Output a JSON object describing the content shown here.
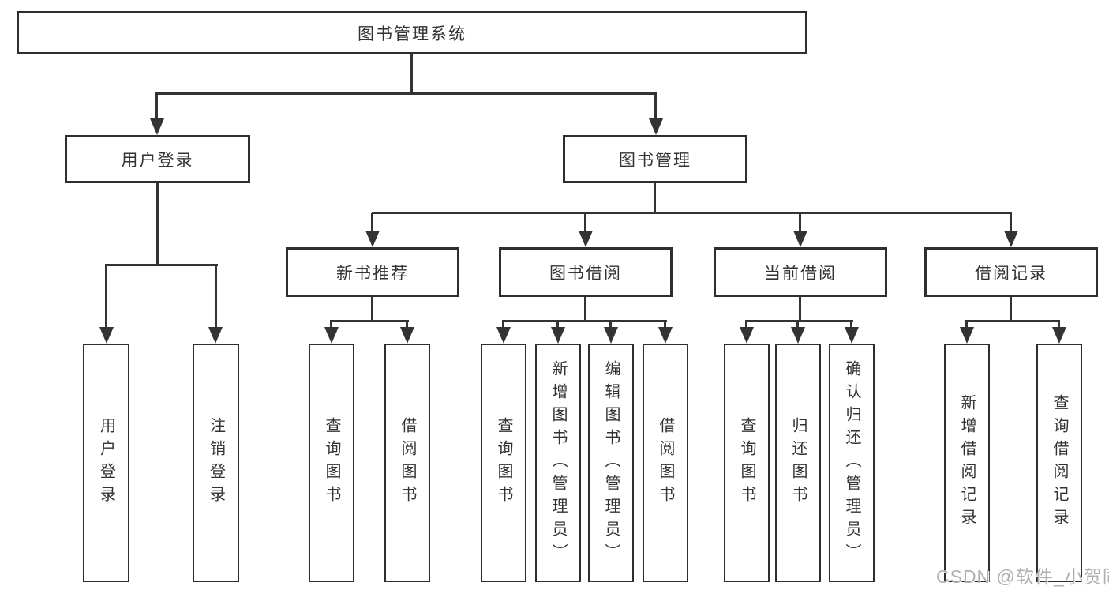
{
  "root": {
    "label": "图书管理系统"
  },
  "level2": {
    "user_login": "用户登录",
    "book_mgmt": "图书管理"
  },
  "level3": {
    "new_book": "新书推荐",
    "book_borrow": "图书借阅",
    "current_borrow": "当前借阅",
    "borrow_record": "借阅记录"
  },
  "leaves": {
    "user_login": [
      "用户登录",
      "注销登录"
    ],
    "new_book": [
      "查询图书",
      "借阅图书"
    ],
    "book_borrow": [
      "查询图书",
      "新增图书（管理员）",
      "编辑图书（管理员）",
      "借阅图书"
    ],
    "current_borrow": [
      "查询图书",
      "归还图书",
      "确认归还（管理员）"
    ],
    "borrow_record": [
      "新增借阅记录",
      "查询借阅记录"
    ]
  },
  "watermark": "CSDN @软件_小贺同学",
  "colors": {
    "background": "#ffffff",
    "line": "#333333",
    "box_border": "#2e2e2e",
    "text": "#333333",
    "watermark": "#b0b0b0"
  }
}
